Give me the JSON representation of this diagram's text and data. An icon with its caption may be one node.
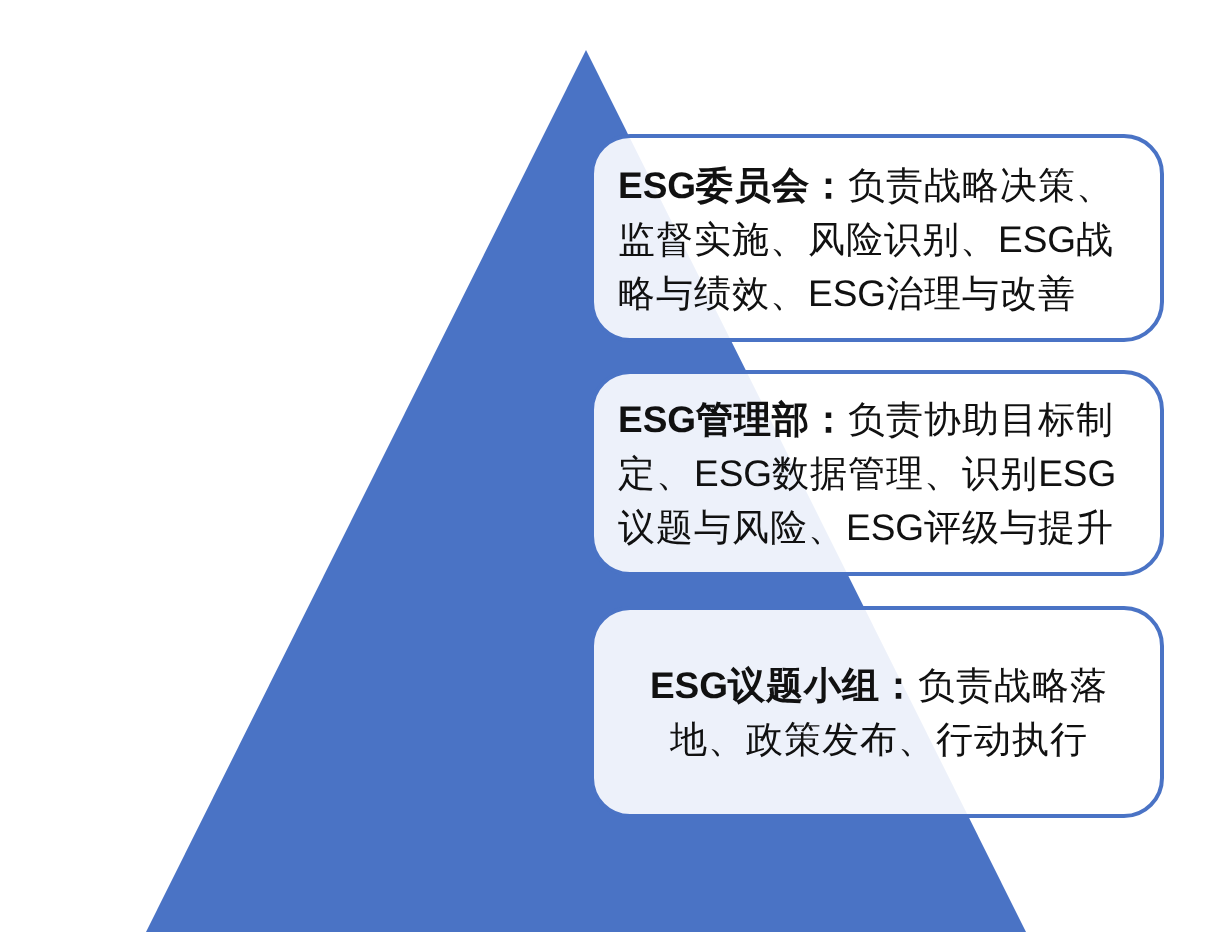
{
  "diagram": {
    "nodes": [
      {
        "text": [
          "**ESG委员会：**负责战略决策、监督实施、风险识别、ESG战略与绩效、ESG治理与改善"
        ]
      },
      {
        "text": [
          "**ESG管理部：**负责协助目标制定、ESG数据管理、识别ESG议题与风险、ESG评级与提升"
        ]
      },
      {
        "text": [
          "**ESG议题小组：**负责战略落地、政策发布、行动执行"
        ]
      }
    ]
  }
}
